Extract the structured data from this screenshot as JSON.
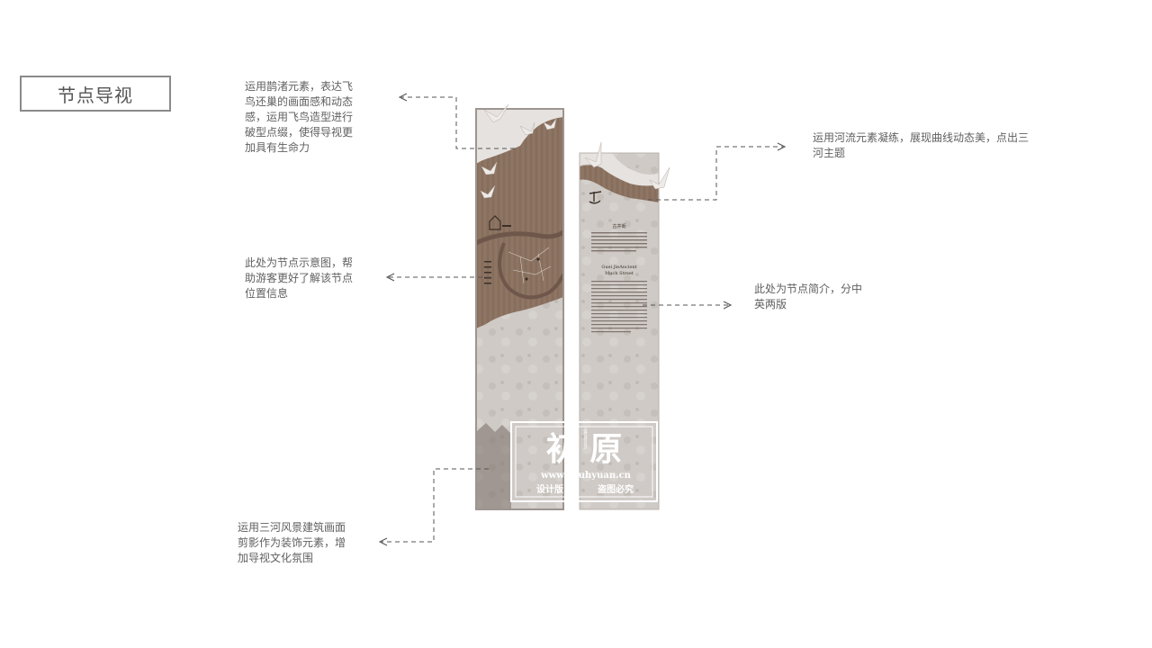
{
  "title": "节点导视",
  "annotations": {
    "birds": "运用鹊渚元素，表达飞\n鸟还巢的画面感和动态\n感，运用飞鸟造型进行\n破型点缀，使得导视更\n加具有生命力",
    "river": "运用河流元素凝练，展现曲线动态美，点出三\n河主题",
    "map": "此处为节点示意图，帮\n助游客更好了解该节点\n位置信息",
    "intro": "此处为节点简介，分中\n英两版",
    "architecture": "运用三河风景建筑画面\n剪影作为装饰元素，增\n加导视文化氛围"
  },
  "sign": {
    "heading": "古井街",
    "english_title": "Guei JieAncient\nMuch Street"
  },
  "watermark": {
    "big": "初 原",
    "vertical": "品牌视觉设计",
    "url": "www.chuhyuan.cn",
    "left": "设计版",
    "right": "盗图必究"
  },
  "colors": {
    "wood": "#8b7261",
    "wood_dark": "#6e574a",
    "stone": "#cfcac6",
    "frame": "#9d9590",
    "line": "#555555"
  }
}
